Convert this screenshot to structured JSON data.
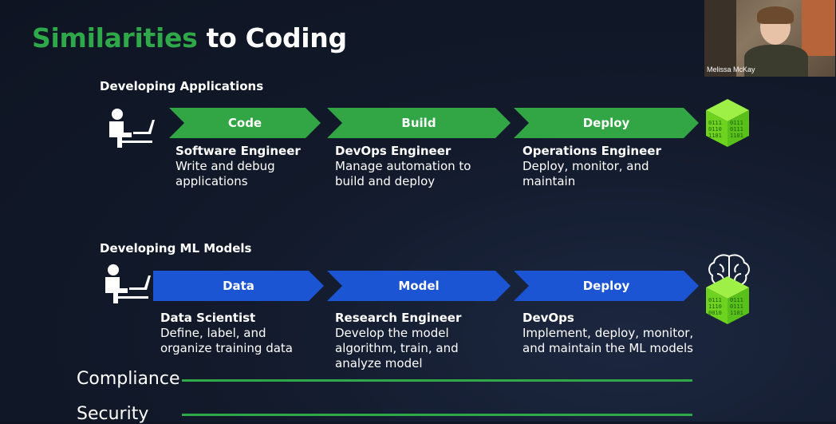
{
  "title": {
    "accent": "Similarities",
    "rest": " to Coding"
  },
  "apps": {
    "label": "Developing Applications",
    "steps": [
      {
        "label": "Code",
        "role": "Software Engineer",
        "desc": "Write and debug applications"
      },
      {
        "label": "Build",
        "role": "DevOps Engineer",
        "desc": "Manage automation to build and deploy"
      },
      {
        "label": "Deploy",
        "role": "Operations Engineer",
        "desc": "Deploy, monitor, and maintain"
      }
    ],
    "cube_bits": "0111 0110 1101 0111 0111 1101"
  },
  "ml": {
    "label": "Developing ML Models",
    "steps": [
      {
        "label": "Data",
        "role": "Data Scientist",
        "desc": "Define, label, and organize training data"
      },
      {
        "label": "Model",
        "role": "Research Engineer",
        "desc": "Develop the model algorithm, train, and analyze model"
      },
      {
        "label": "Deploy",
        "role": "DevOps",
        "desc": "Implement, deploy, monitor, and maintain the ML models"
      }
    ],
    "cube_bits": "0111 1110 0010 0111 0111 1101"
  },
  "tracks": [
    {
      "label": "Compliance"
    },
    {
      "label": "Security"
    }
  ],
  "video": {
    "name": "Melissa McKay"
  },
  "colors": {
    "green": "#32a544",
    "blue": "#1c55d4",
    "accent": "#2fa84a",
    "bg": "#121a2b"
  }
}
